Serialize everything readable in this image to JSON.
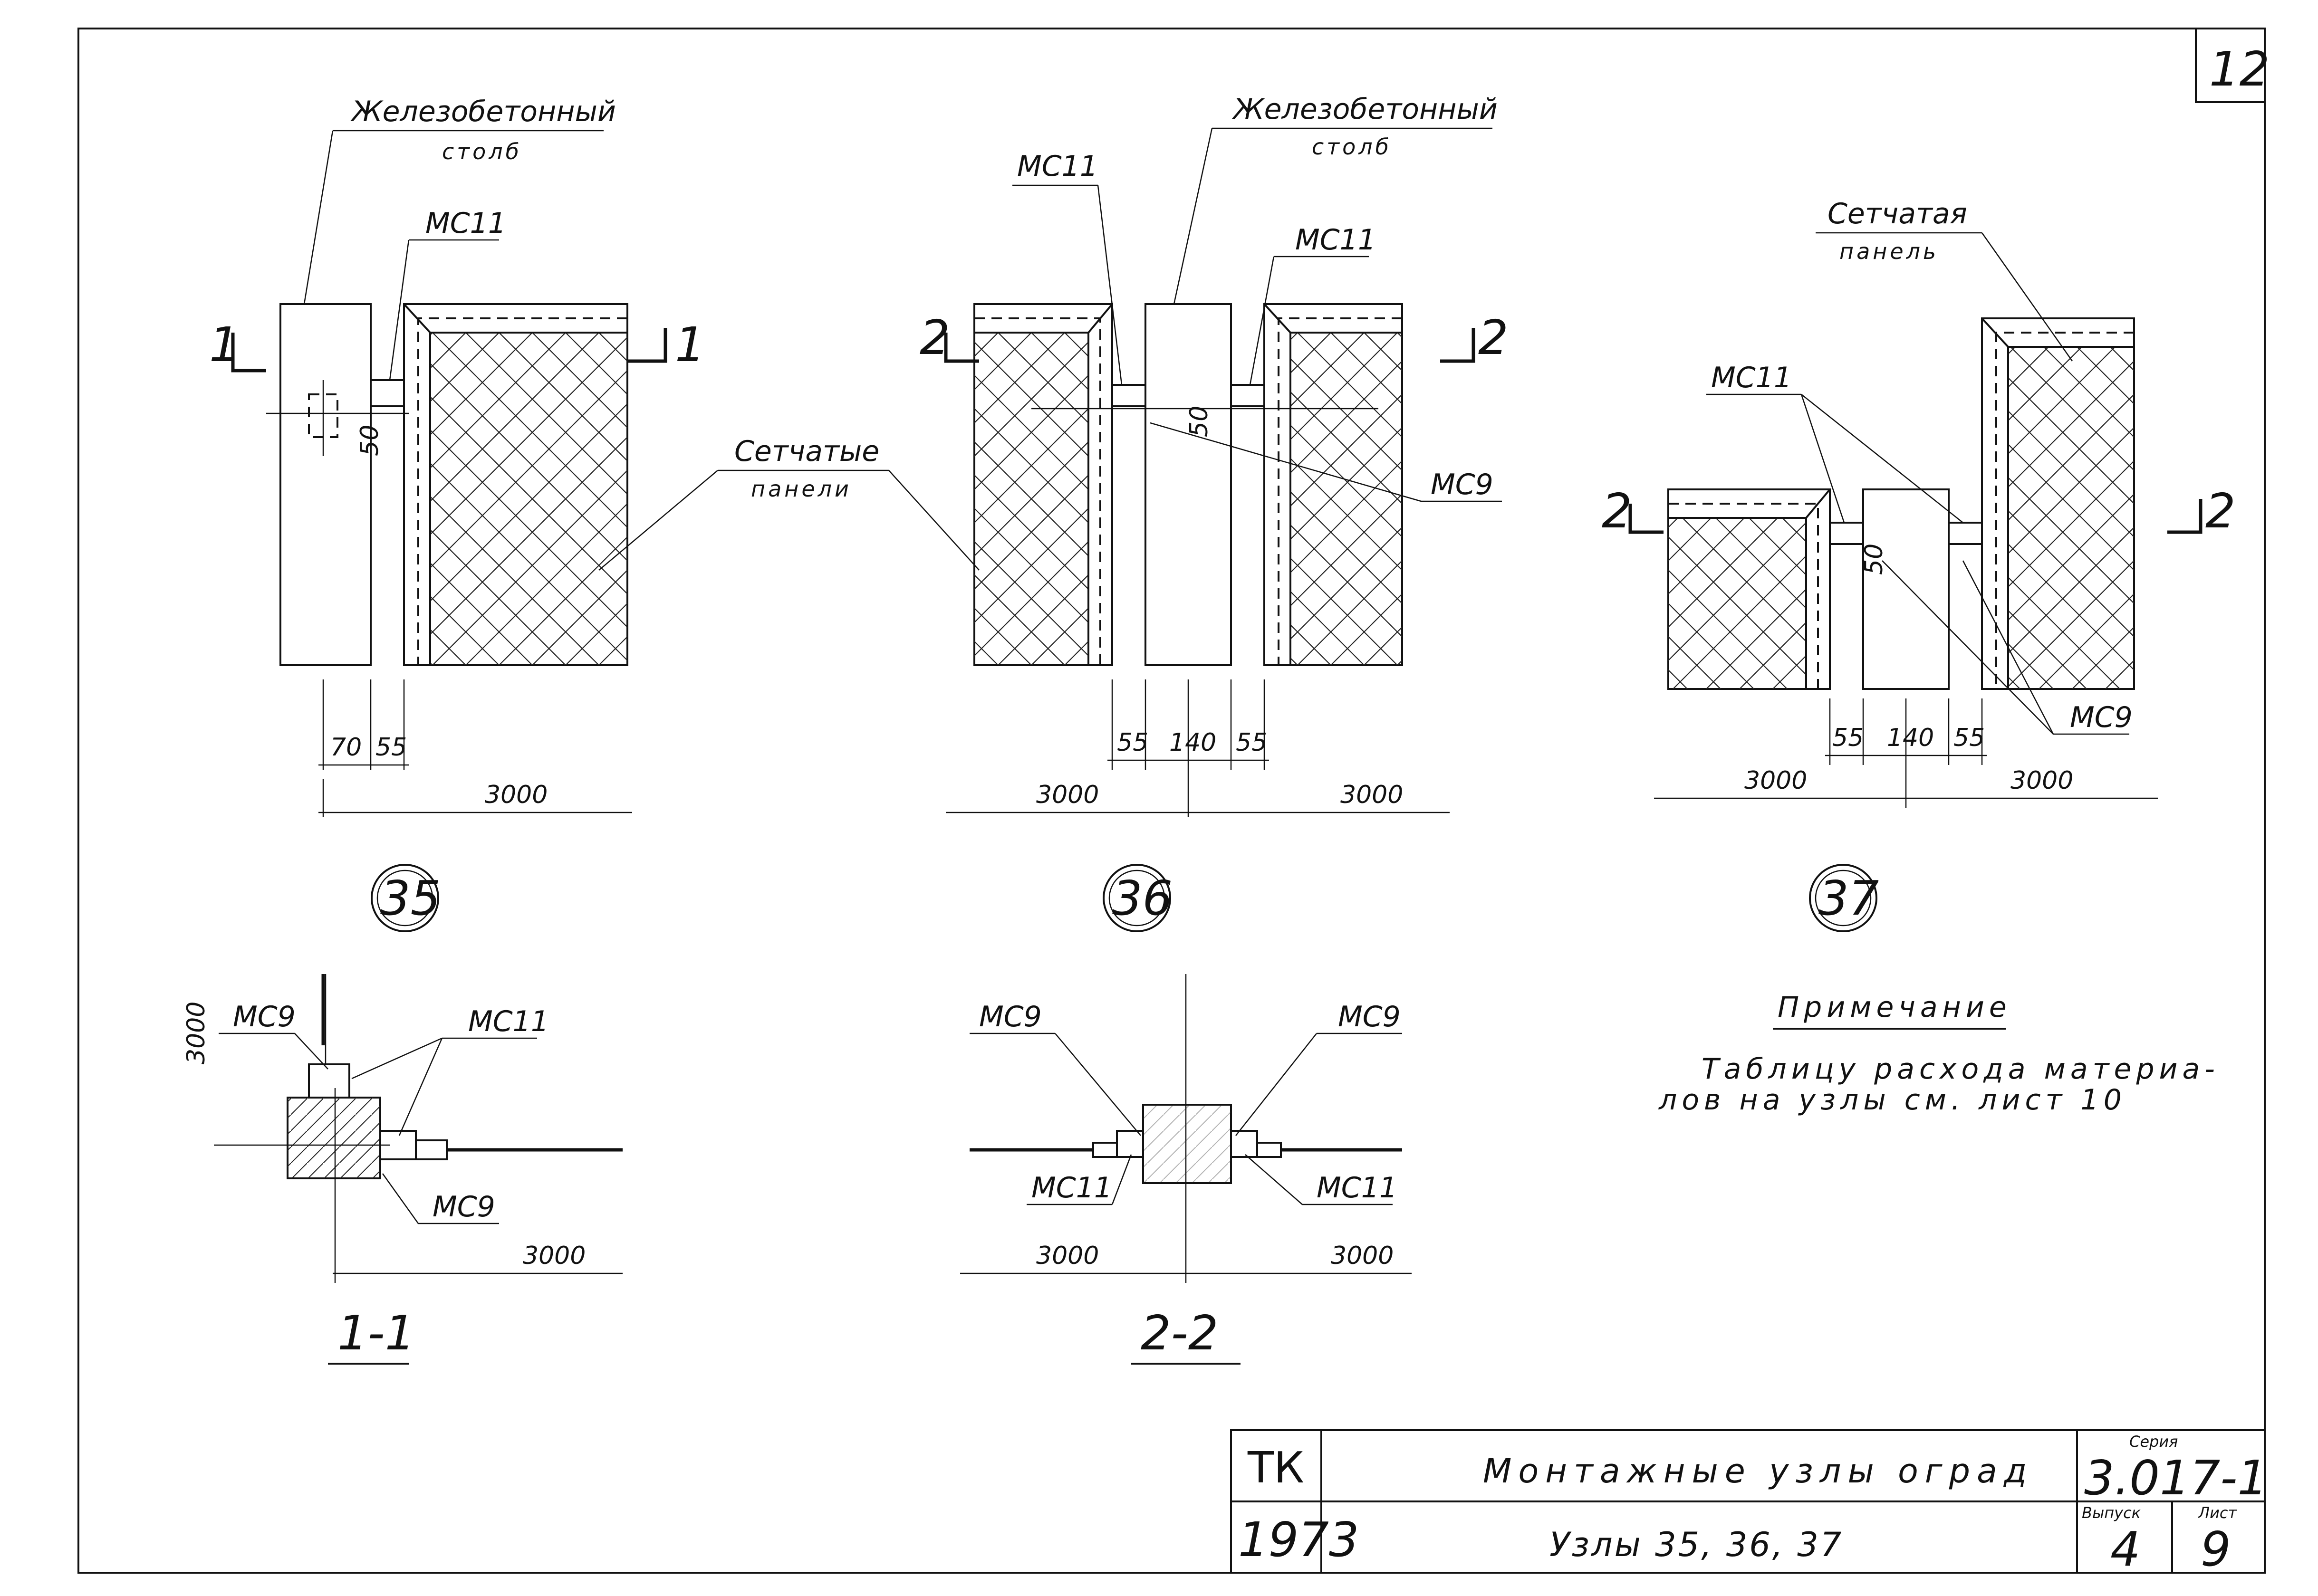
{
  "sheet_number": "12",
  "node_labels": {
    "n35": "35",
    "n36": "36",
    "n37": "37"
  },
  "labels": {
    "rc_pole_1": "Железобетонный",
    "rc_pole_1b": "столб",
    "rc_pole_2": "Железобетонный",
    "rc_pole_2b": "столб",
    "mesh_panels": "Сетчатые",
    "mesh_panels_b": "панели",
    "mesh_panel": "Сетчатая",
    "mesh_panel_b": "панель",
    "mc11": "МС11",
    "mc9": "МС9"
  },
  "section_marks": {
    "s1": "1",
    "s2": "2"
  },
  "dimensions": {
    "d70": "70",
    "d55": "55",
    "d140": "140",
    "d3000": "3000",
    "d50": "50"
  },
  "section_titles": {
    "sec1": "1-1",
    "sec2": "2-2"
  },
  "note": {
    "title": "Примечание",
    "line1": "Таблицу расхода материа-",
    "line2": "лов на узлы см. лист 10"
  },
  "title_block": {
    "org": "ТК",
    "year": "1973",
    "title": "Монтажные узлы оград",
    "subtitle": "Узлы 35, 36, 37",
    "series_label": "Серия",
    "series": "3.017-1",
    "issue_label": "Выпуск",
    "issue": "4",
    "sheet_label": "Лист",
    "sheet": "9"
  }
}
